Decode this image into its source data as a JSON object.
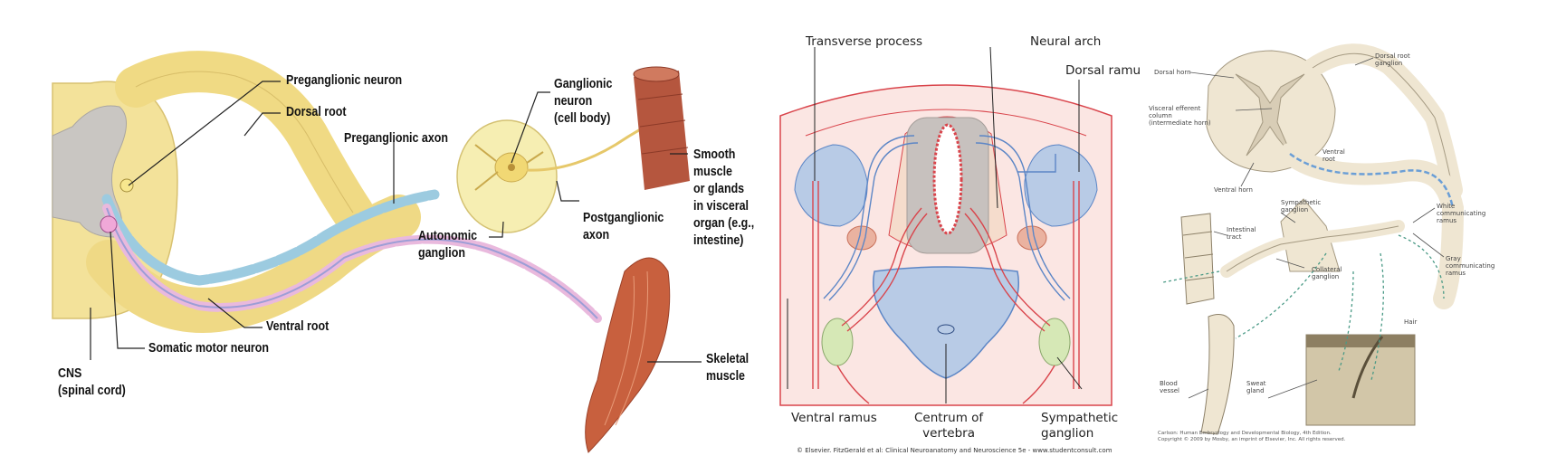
{
  "panel1": {
    "labels": {
      "preganglionic_neuron": "Preganglionic neuron",
      "dorsal_root": "Dorsal root",
      "preganglionic_axon": "Preganglionic axon",
      "ganglionic_neuron": "Ganglionic\nneuron\n(cell body)",
      "smooth_muscle": "Smooth\nmuscle\nor glands\nin visceral\norgan (e.g.,\nintestine)",
      "postganglionic_axon": "Postganglionic\naxon",
      "autonomic_ganglion": "Autonomic\nganglion",
      "ventral_root": "Ventral root",
      "somatic_motor_neuron": "Somatic motor neuron",
      "cns": "CNS\n(spinal cord)",
      "skeletal_muscle": "Skeletal\nmuscle"
    }
  },
  "panel2": {
    "labels": {
      "transverse_process": "Transverse process",
      "neural_arch": "Neural arch",
      "dorsal_ramus": "Dorsal ramu",
      "ventral_ramus": "Ventral ramus",
      "centrum": "Centrum of\nvertebra",
      "sympathetic_ganglion": "Sympathetic\nganglion"
    },
    "credit": "© Elsevier. FitzGerald et al: Clinical Neuroanatomy and Neuroscience 5e - www.studentconsult.com"
  },
  "panel3": {
    "labels": {
      "dorsal_horn": "Dorsal horn",
      "dorsal_root_ganglion": "Dorsal root\nganglion",
      "visceral_efferent": "Visceral efferent\ncolumn\n(intermediate horn)",
      "ventral_horn": "Ventral horn",
      "ventral_root": "Ventral\nroot",
      "sympathetic_ganglion": "Sympathetic\nganglion",
      "intestinal_tract": "Intestinal\ntract",
      "white_ramus": "White\ncommunicating\nramus",
      "collateral_ganglion": "Collateral\nganglion",
      "gray_ramus": "Gray\ncommunicating\nramus",
      "hair": "Hair",
      "blood_vessel": "Blood\nvessel",
      "sweat_gland": "Sweat\ngland"
    },
    "credit": "Carlson: Human Embryology and Developmental Biology, 4th Edition.\nCopyright © 2009 by Mosby, an imprint of Elsevier, Inc. All rights reserved."
  },
  "colors": {
    "spinal_yellow": "#f3e29a",
    "gray_matter": "#c9c6c2",
    "muscle_red": "#c8603e",
    "vertebra_blue": "#b8cbe6",
    "pink_bg": "#fbe6e3",
    "nerve_red": "#d9444b",
    "nerve_blue": "#5c86c6"
  }
}
